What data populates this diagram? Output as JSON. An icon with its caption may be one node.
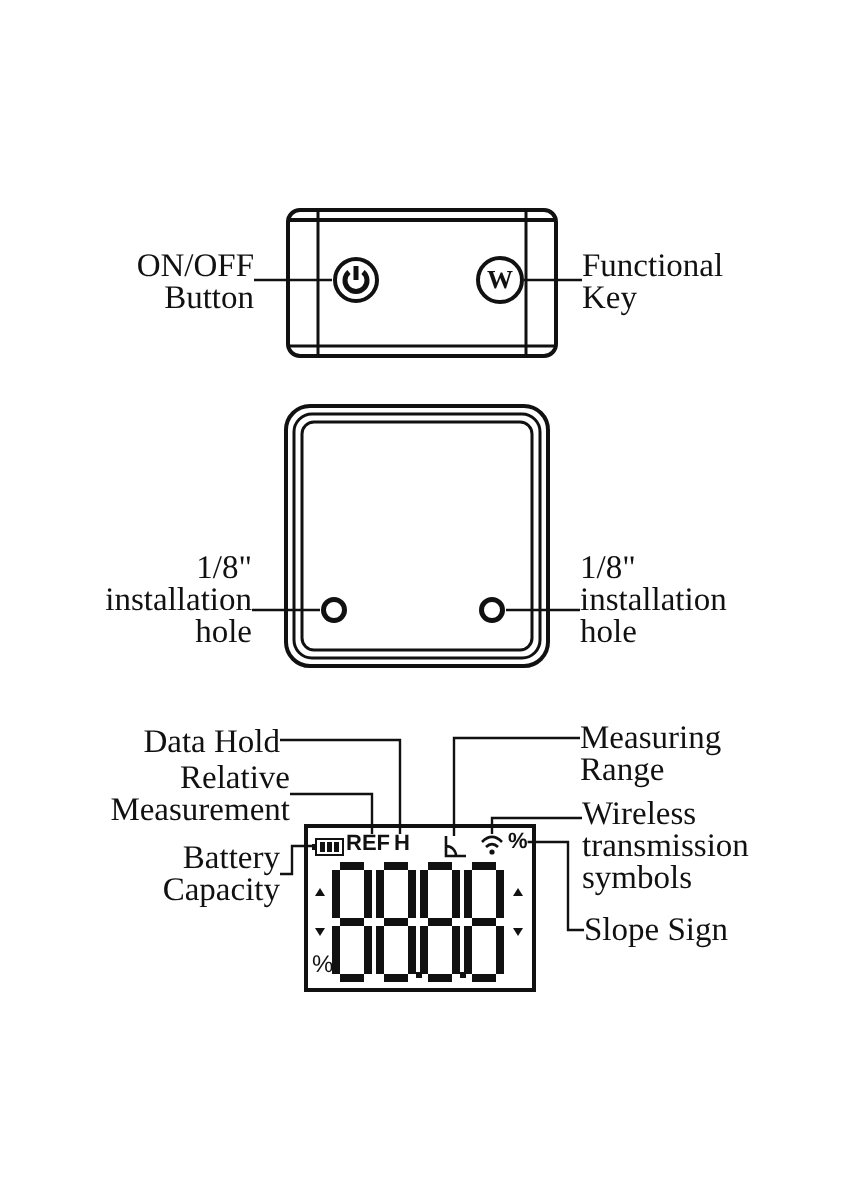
{
  "diagram": {
    "nodes": [
      {
        "text": [
          "ON/OFF Button"
        ]
      },
      {
        "text": [],
        "shape": "circle"
      },
      {
        "text": [
          "W"
        ]
      },
      {
        "text": [
          "Functional Key"
        ]
      },
      {
        "text": [
          "1/8\" installation hole"
        ]
      },
      {
        "text": [],
        "shape": "circle"
      },
      {
        "text": [],
        "shape": "circle"
      },
      {
        "text": [
          "1/8\" installation hole"
        ]
      },
      {
        "text": [
          "Data Hold"
        ]
      },
      {
        "text": [
          "Relative Measurement"
        ]
      },
      {
        "text": [
          "Battery Capacity"
        ]
      },
      {
        "text": [
          "Measuring Range"
        ]
      },
      {
        "text": [
          "Wireless transmission symbols"
        ]
      },
      {
        "text": [
          "Slope Sign"
        ]
      },
      {
        "text": [],
        "shape": "battery"
      },
      {
        "text": [
          "REF"
        ]
      },
      {
        "text": [
          "H"
        ]
      },
      {
        "text": [],
        "shape": "angle"
      },
      {
        "text": [],
        "shape": "wifi"
      },
      {
        "text": [
          "%"
        ]
      }
    ],
    "edges": [
      {
        "from": 0,
        "to": 1,
        "arrow": "none"
      },
      {
        "from": 3,
        "to": 2,
        "arrow": "none"
      },
      {
        "from": 4,
        "to": 5,
        "arrow": "none"
      },
      {
        "from": 7,
        "to": 6,
        "arrow": "none"
      },
      {
        "from": 8,
        "to": 16,
        "arrow": "none"
      },
      {
        "from": 9,
        "to": 15,
        "arrow": "none"
      },
      {
        "from": 10,
        "to": 14,
        "arrow": "none"
      },
      {
        "from": 11,
        "to": 17,
        "arrow": "none"
      },
      {
        "from": 12,
        "to": 18,
        "arrow": "none"
      },
      {
        "from": 13,
        "to": 19,
        "arrow": "none"
      }
    ],
    "labels": [
      "%"
    ]
  }
}
